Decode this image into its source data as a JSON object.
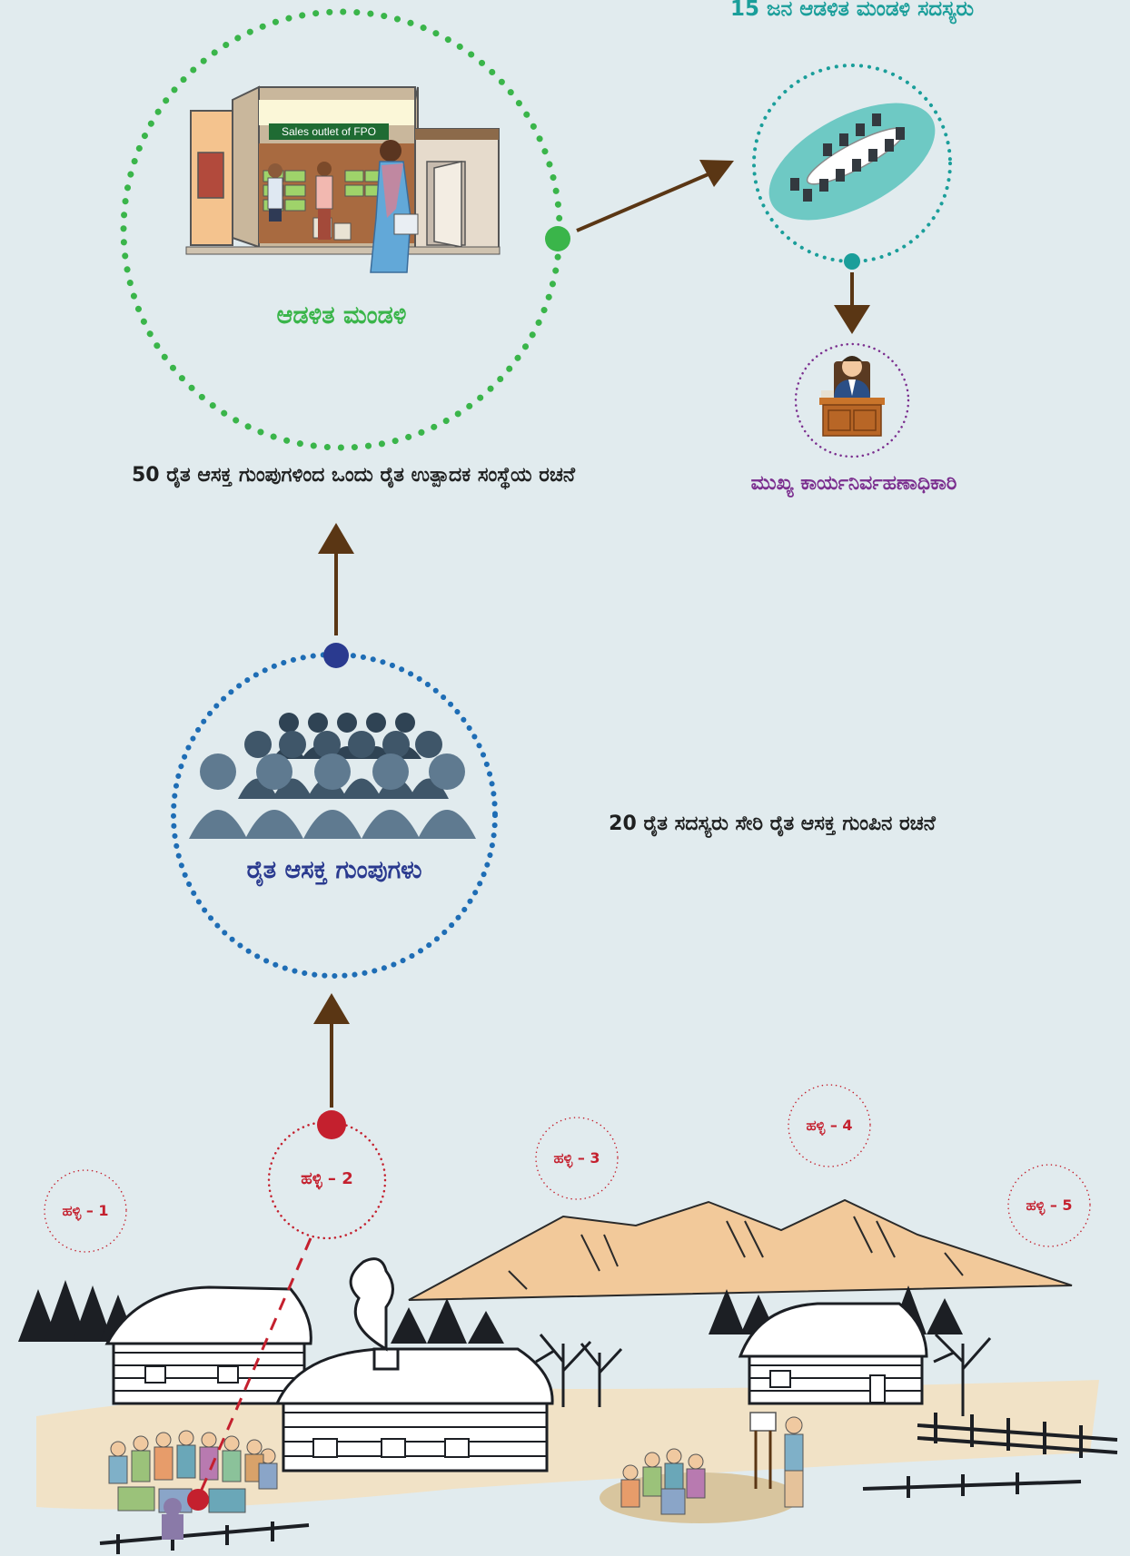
{
  "board": {
    "label": "ಆಡಳಿತ ಮಂಡಳಿ",
    "sign": "Sales outlet of FPO",
    "color": "#3ab54a"
  },
  "board_members": {
    "label": "15 ಜನ ಆಡಳಿತ ಮಂಡಳಿ ಸದಸ್ಯರು",
    "color": "#1a9e9a"
  },
  "ceo": {
    "label": "ಮುಖ್ಯ ಕಾರ್ಯನಿರ್ವಹಣಾಧಿಕಾರಿ",
    "color": "#7b2f8f"
  },
  "fpo_caption": "50 ರೈತ ಆಸಕ್ತ ಗುಂಪುಗಳಿಂದ ಒಂದು ರೈತ ಉತ್ಪಾದಕ ಸಂಸ್ಥೆಯ ರಚನೆ",
  "fig": {
    "label": "ರೈತ ಆಸಕ್ತ ಗುಂಪುಗಳು",
    "color": "#2a3a8f"
  },
  "fig_caption": "20 ರೈತ ಸದಸ್ಯರು ಸೇರಿ ರೈತ ಆಸಕ್ತ ಗುಂಪಿನ ರಚನೆ",
  "villages": {
    "color": "#c4202e",
    "items": [
      "ಹಳ್ಳಿ – 1",
      "ಹಳ್ಳಿ – 2",
      "ಹಳ್ಳಿ – 3",
      "ಹಳ್ಳಿ – 4",
      "ಹಳ್ಳಿ – 5"
    ]
  },
  "colors": {
    "background": "#e1ebee",
    "arrow": "#5a3614",
    "dot_blue": "#1e6db5",
    "mountain": "#f2c99a",
    "ground": "#f1e2c6"
  }
}
